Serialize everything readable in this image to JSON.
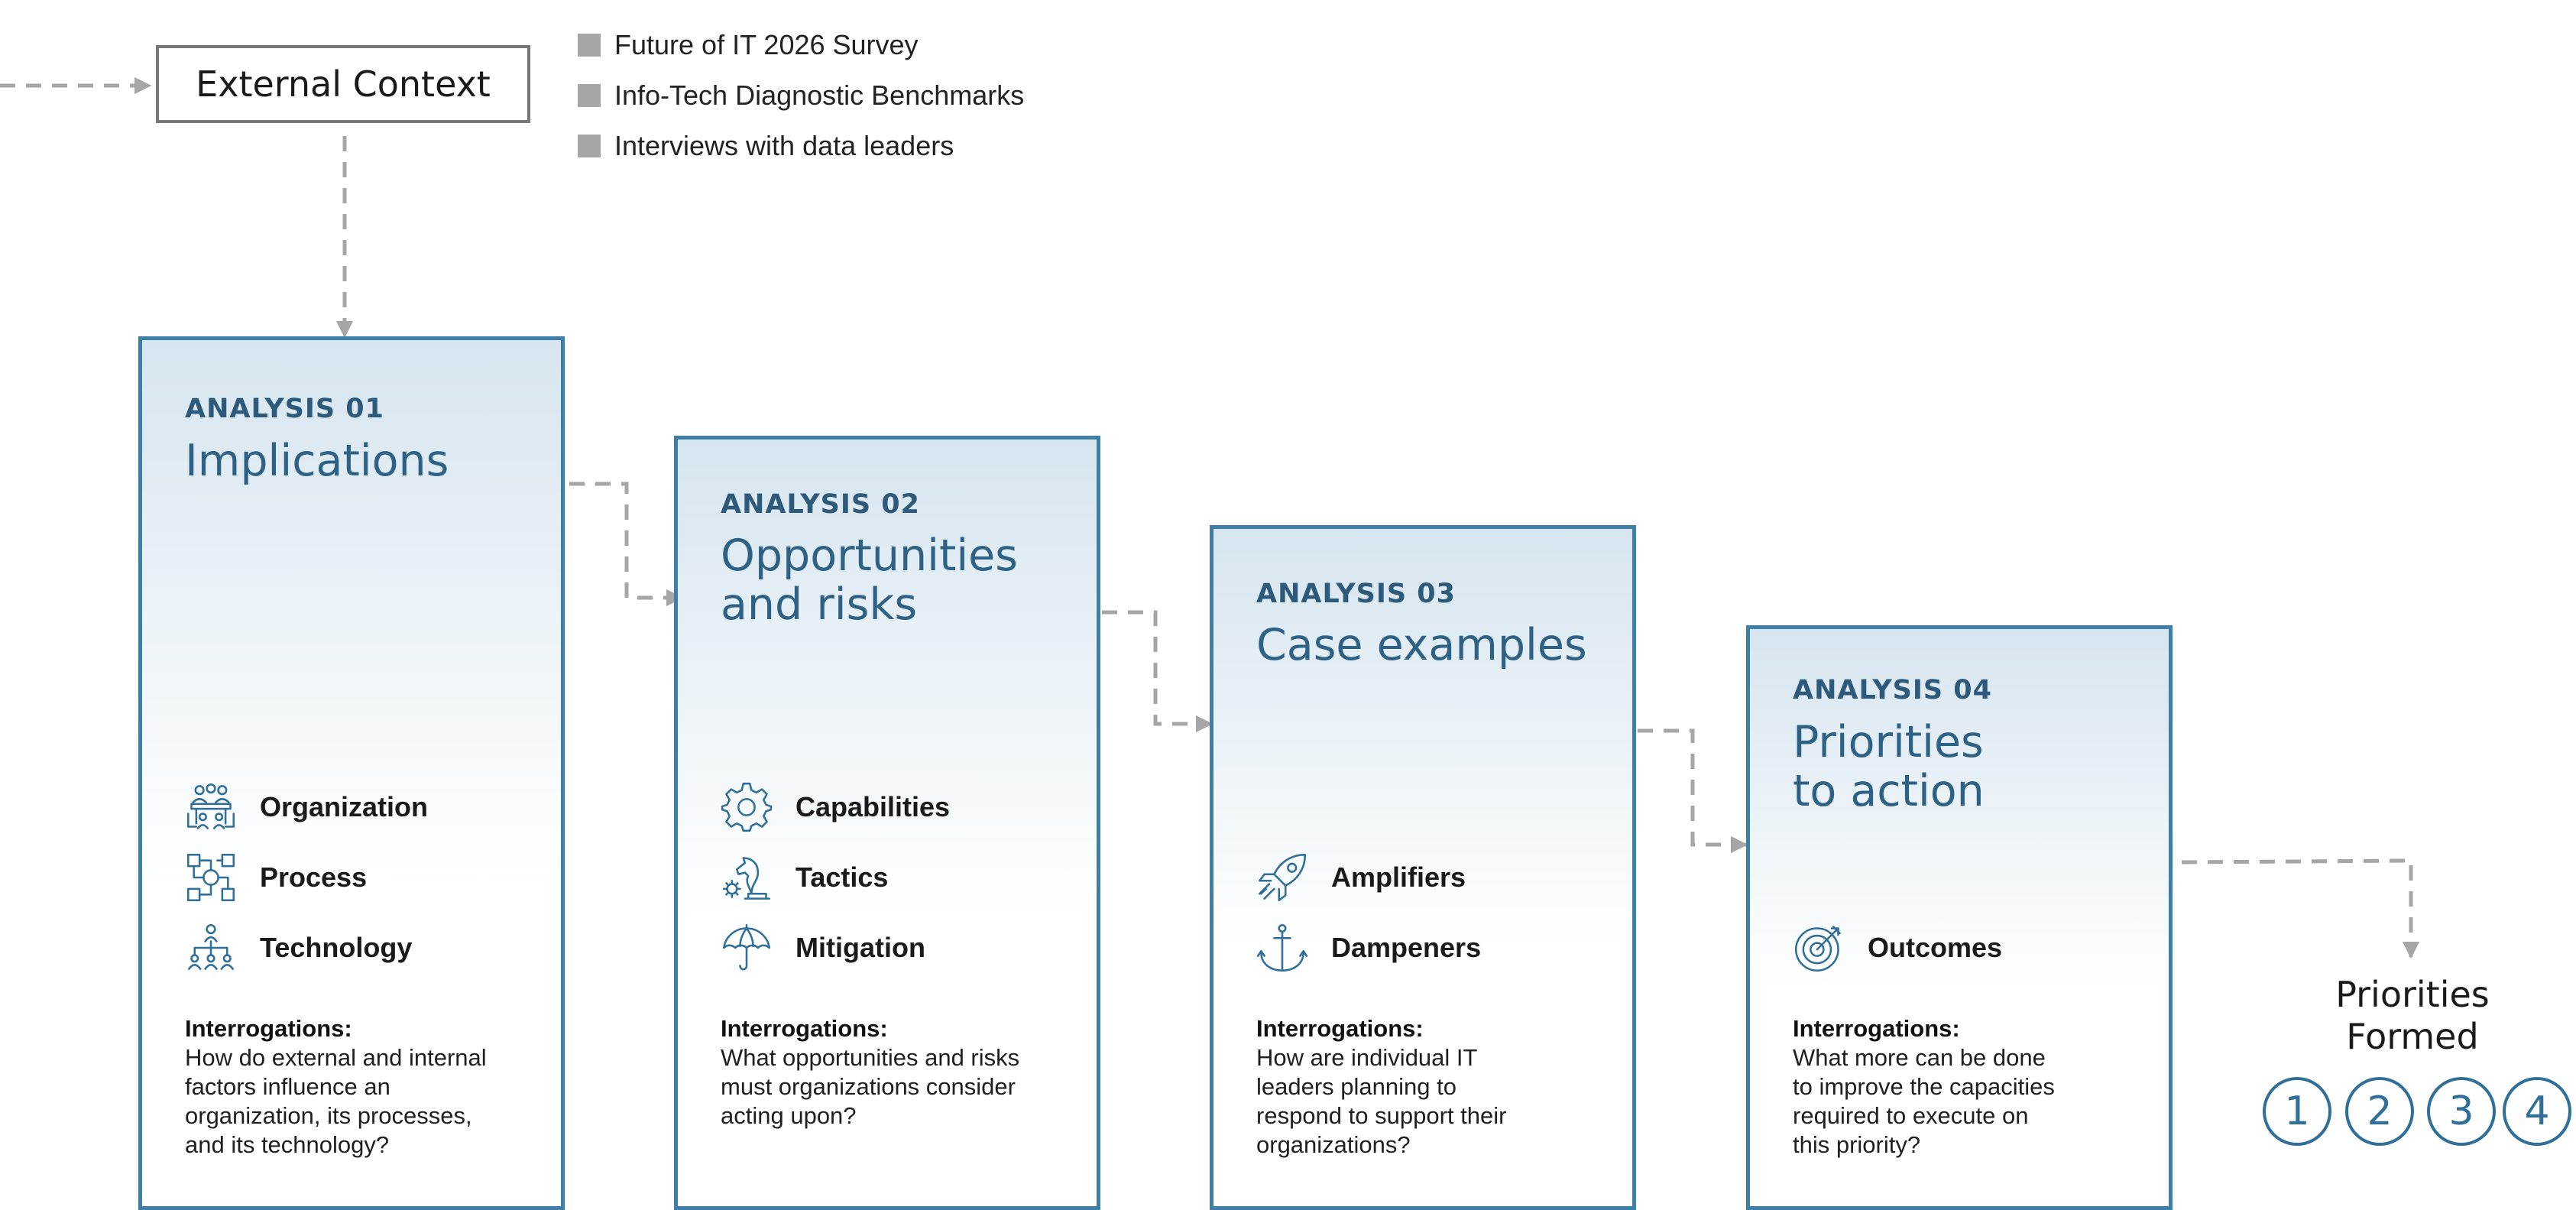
{
  "external_context": {
    "label": "External Context",
    "sources": [
      "Future of IT 2026 Survey",
      "Info-Tech Diagnostic Benchmarks",
      "Interviews with data leaders"
    ]
  },
  "analyses": [
    {
      "kicker": "ANALYSIS 01",
      "title_lines": [
        "Implications"
      ],
      "items": [
        {
          "label": "Organization",
          "icon": "team-meeting-icon"
        },
        {
          "label": "Process",
          "icon": "process-flow-icon"
        },
        {
          "label": "Technology",
          "icon": "org-network-icon"
        }
      ],
      "interrogation_heading": "Interrogations:",
      "interrogation_lines": [
        "How do external and internal",
        "factors influence an",
        "organization, its processes,",
        "and its technology?"
      ]
    },
    {
      "kicker": "ANALYSIS 02",
      "title_lines": [
        "Opportunities",
        "and risks"
      ],
      "items": [
        {
          "label": "Capabilities",
          "icon": "gear-icon"
        },
        {
          "label": "Tactics",
          "icon": "chess-knight-icon"
        },
        {
          "label": "Mitigation",
          "icon": "umbrella-icon"
        }
      ],
      "interrogation_heading": "Interrogations:",
      "interrogation_lines": [
        "What opportunities and risks",
        "must organizations consider",
        "acting upon?"
      ]
    },
    {
      "kicker": "ANALYSIS 03",
      "title_lines": [
        "Case examples"
      ],
      "items": [
        {
          "label": "Amplifiers",
          "icon": "rocket-icon"
        },
        {
          "label": "Dampeners",
          "icon": "anchor-icon"
        }
      ],
      "interrogation_heading": "Interrogations:",
      "interrogation_lines": [
        "How are individual IT",
        "leaders planning to",
        "respond to support their",
        "organizations?"
      ]
    },
    {
      "kicker": "ANALYSIS 04",
      "title_lines": [
        "Priorities",
        "to action"
      ],
      "items": [
        {
          "label": "Outcomes",
          "icon": "target-icon"
        }
      ],
      "interrogation_heading": "Interrogations:",
      "interrogation_lines": [
        "What more can be done",
        "to improve the capacities",
        "required to execute on",
        "this priority?"
      ]
    }
  ],
  "priorities": {
    "title_lines": [
      "Priorities",
      "Formed"
    ],
    "numbers": [
      "1",
      "2",
      "3",
      "4"
    ]
  },
  "colors": {
    "accent": "#2d6286",
    "card_border": "#3e7fa8",
    "connector": "#a6a6a6",
    "source_marker": "#a6a6a6"
  }
}
